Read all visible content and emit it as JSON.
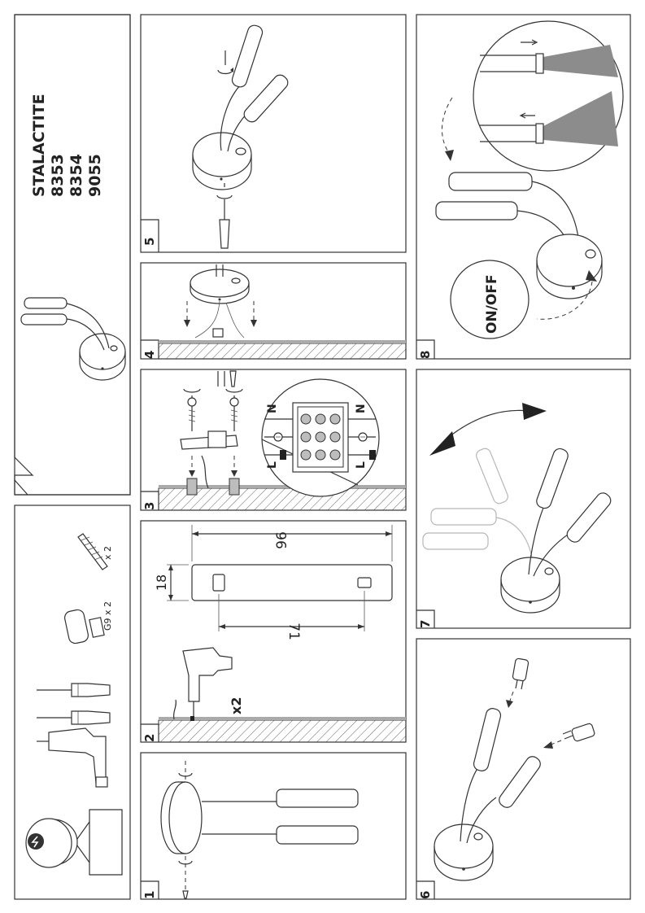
{
  "product": {
    "name": "STALACTITE",
    "codes": [
      "8353",
      "8354",
      "9055"
    ]
  },
  "tools": {
    "bulb_label": "G9 x 2",
    "dowel_label": "x 2"
  },
  "steps": [
    {
      "number": "1"
    },
    {
      "number": "2",
      "multiplier": "x2",
      "dimensions": {
        "width": "96",
        "height": "18",
        "spacing": "71"
      }
    },
    {
      "number": "3",
      "terminal_labels": [
        "N",
        "N",
        "L",
        "L"
      ]
    },
    {
      "number": "4"
    },
    {
      "number": "5"
    },
    {
      "number": "6"
    },
    {
      "number": "7"
    },
    {
      "number": "8",
      "switch_label": "ON/OFF"
    }
  ],
  "colors": {
    "line": "#333333",
    "shade": "#bdbdbd",
    "light_beam": "#8c8c8c"
  }
}
